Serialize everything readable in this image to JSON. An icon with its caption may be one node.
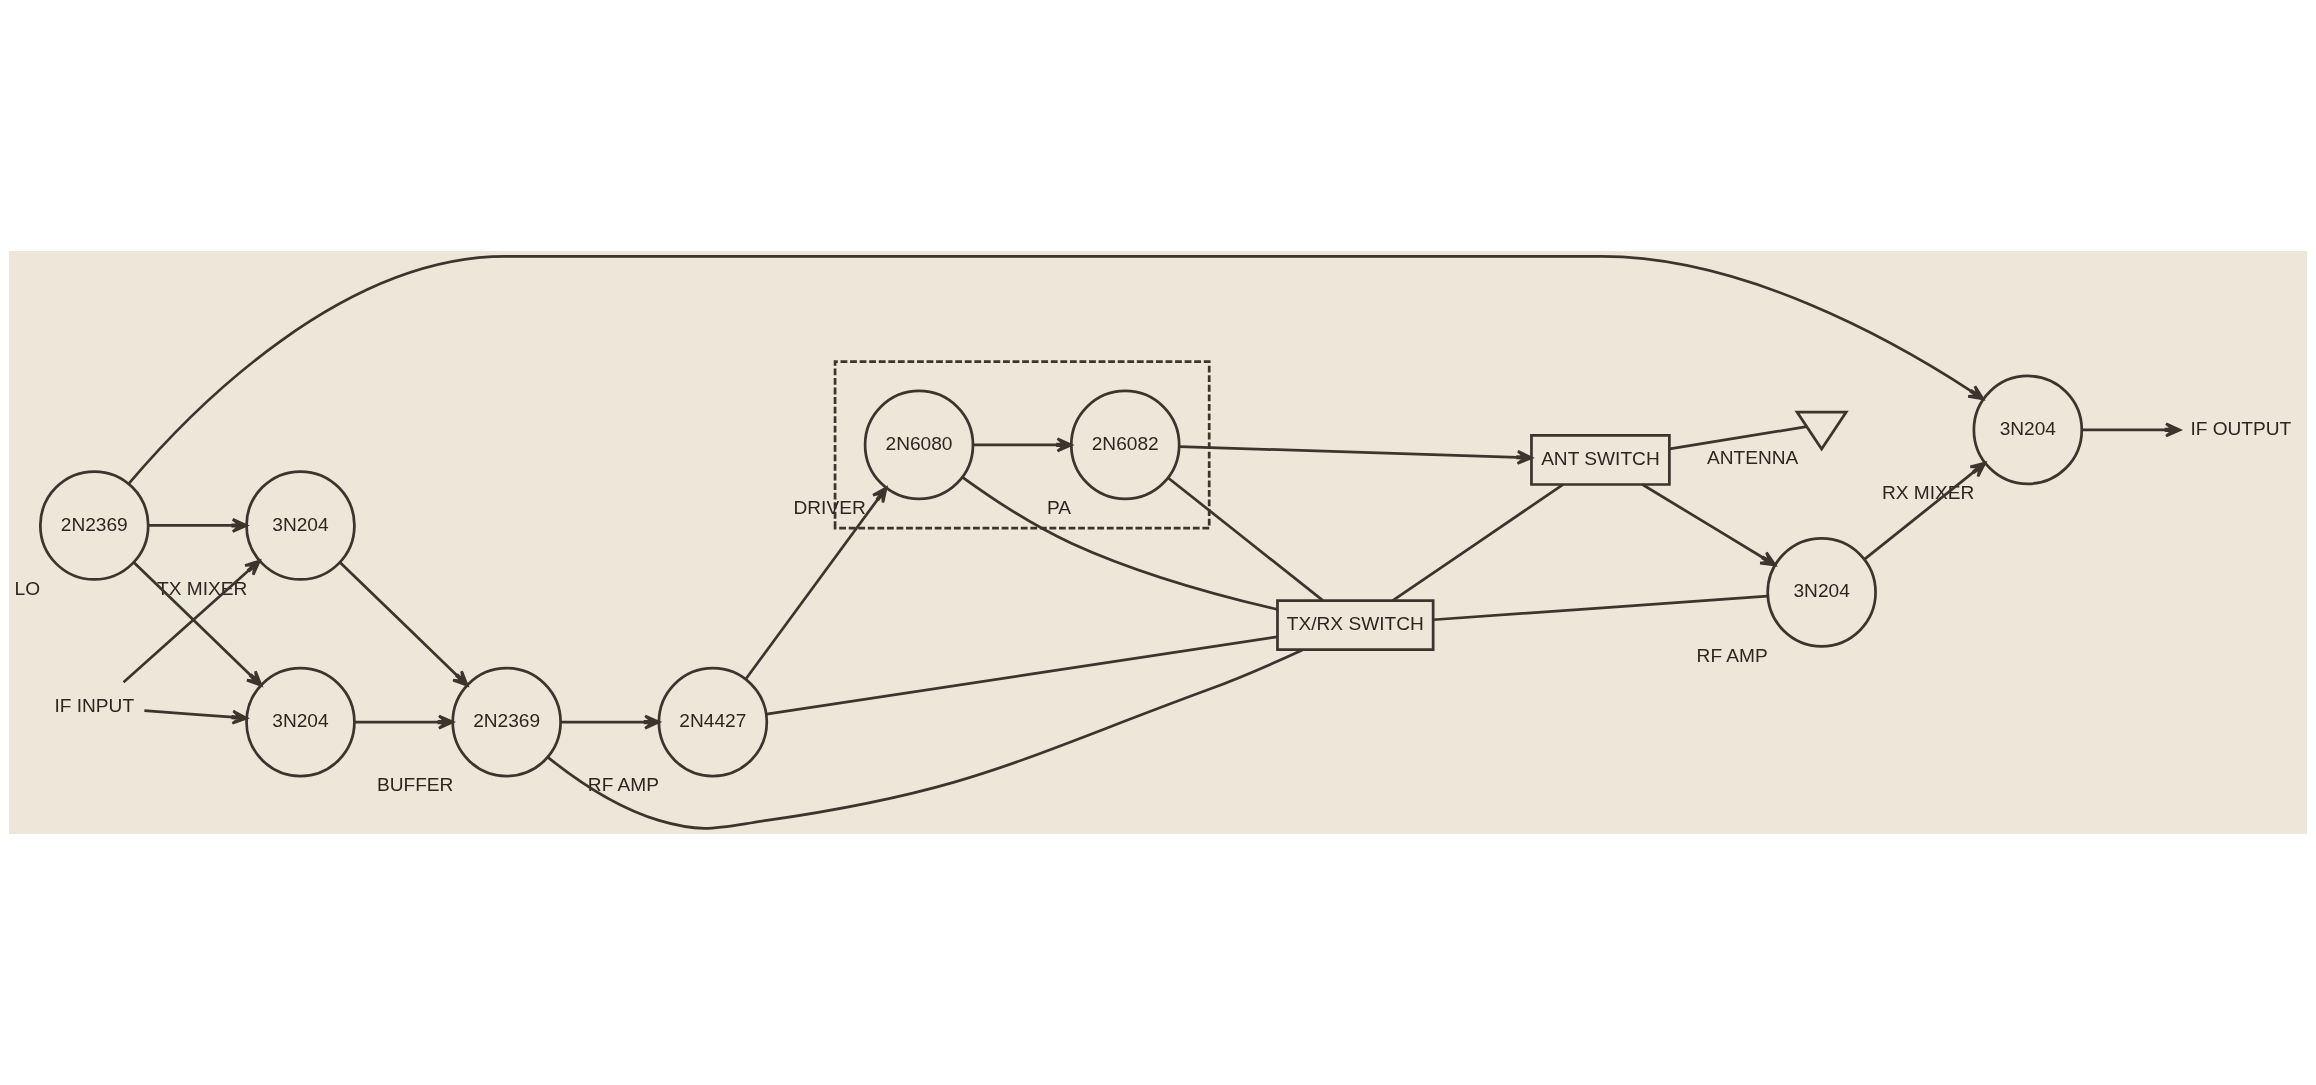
{
  "diagram": {
    "nodes": [
      {
        "text": [
          "IF INPUT"
        ]
      },
      {
        "text": [
          "3N204"
        ],
        "beside": [
          "TX MIXER"
        ]
      },
      {
        "text": [
          "3N204"
        ]
      },
      {
        "text": [
          "2N2369"
        ],
        "beside": [
          "BUFFER"
        ]
      },
      {
        "text": [
          "2N4427"
        ],
        "beside": [
          "RF AMP"
        ]
      },
      {
        "text": [],
        "shape": "box"
      },
      {
        "text": [
          "2N6080"
        ],
        "beside": [
          "DRIVER"
        ],
        "in": 5
      },
      {
        "text": [
          "2N6082"
        ],
        "beside": [
          "PA"
        ],
        "in": 5
      },
      {
        "text": [],
        "shape": "picture",
        "beside": [
          "ANTENNA"
        ]
      },
      {
        "text": [
          "ANT SWITCH"
        ]
      },
      {
        "text": [
          "TX/RX SWITCH"
        ]
      },
      {
        "text": [
          "2N2369"
        ],
        "beside": [
          "LO"
        ]
      },
      {
        "text": [
          "3N204"
        ],
        "beside": [
          "RX MIXER"
        ]
      },
      {
        "text": [
          "3N204"
        ],
        "beside": [
          "RF AMP"
        ]
      },
      {
        "text": [
          "IF OUTPUT"
        ]
      }
    ],
    "edges": [
      {
        "from": 0,
        "to": 1,
        "arrow": "to"
      },
      {
        "from": 0,
        "to": 2,
        "arrow": "to"
      },
      {
        "from": 11,
        "to": 1,
        "arrow": "to"
      },
      {
        "from": 11,
        "to": 2,
        "arrow": "to"
      },
      {
        "from": 1,
        "to": 3,
        "arrow": "to"
      },
      {
        "from": 2,
        "to": 3,
        "arrow": "to"
      },
      {
        "from": 3,
        "to": 4,
        "arrow": "to"
      },
      {
        "from": 4,
        "to": 6,
        "arrow": "to"
      },
      {
        "from": 6,
        "to": 7,
        "arrow": "to"
      },
      {
        "from": 3,
        "to": 10,
        "arrow": "none"
      },
      {
        "from": 4,
        "to": 10,
        "arrow": "none"
      },
      {
        "from": 6,
        "to": 10,
        "arrow": "none"
      },
      {
        "from": 7,
        "to": 10,
        "arrow": "none"
      },
      {
        "from": 7,
        "to": 9,
        "arrow": "to"
      },
      {
        "from": 9,
        "to": 8,
        "arrow": "none"
      },
      {
        "from": 10,
        "to": 9,
        "arrow": "none"
      },
      {
        "from": 9,
        "to": 13,
        "arrow": "to"
      },
      {
        "from": 10,
        "to": 13,
        "arrow": "none"
      },
      {
        "from": 11,
        "to": 12,
        "arrow": "to"
      },
      {
        "from": 13,
        "to": 12,
        "arrow": "to"
      },
      {
        "from": 12,
        "to": 14,
        "arrow": "to"
      }
    ]
  }
}
